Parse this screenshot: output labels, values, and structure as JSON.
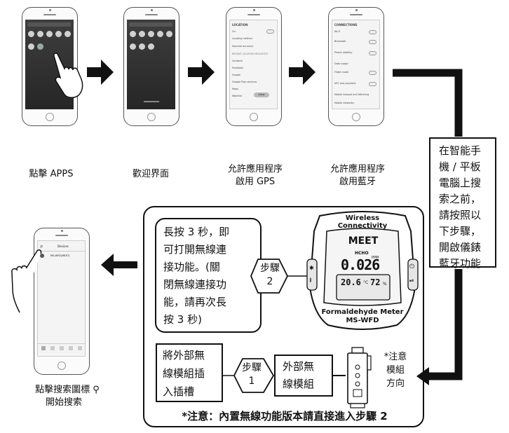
{
  "captions": {
    "click_apps": "點擊 APPS",
    "welcome": "歡迎界面",
    "allow_gps_line1": "允許應用程序",
    "allow_gps_line2": "啟用 GPS",
    "allow_bt_line1": "允許應用程序",
    "allow_bt_line2": "啟用藍牙",
    "search_line1": "點擊搜索圖標",
    "search_line2": "開始搜索"
  },
  "side_note": [
    "在智能手",
    "機 / 平板",
    "電腦上搜",
    "索之前，",
    "請按照以",
    "下步驟，",
    "開啟儀錶",
    "藍牙功能"
  ],
  "long_press_note": [
    "長按 3 秒，即",
    "可打開無線連",
    "接功能。(關",
    "閉無線連接功",
    "能，請再次長",
    "按 3 秒)"
  ],
  "steps": {
    "step2_l1": "步驟",
    "step2_l2": "2",
    "step1_l1": "步驟",
    "step1_l2": "1"
  },
  "insert_note": [
    "將外部無",
    "線模組插",
    "入插槽"
  ],
  "module_label": [
    "外部無",
    "線模組"
  ],
  "attention_note": [
    "*注意",
    "模組",
    "方向"
  ],
  "footer_note": "*注意：內置無線功能版本請直接進入步驟 2",
  "meter": {
    "wireless_l1": "Wireless",
    "wireless_l2": "Connectivity",
    "brand": "MEET",
    "hcho": "HCHO",
    "ppm": "PPM",
    "reading": "0.026",
    "temp": "20.6",
    "temp_unit": "°C",
    "humidity": "72",
    "hum_unit": "%",
    "name": "Formaldehyde Meter",
    "model": "MS-WFD"
  },
  "phone_screens": {
    "location_title": "LOCATION",
    "location_rows": [
      "Locating method",
      "Improve accuracy",
      "RECENT LOCATION REQUESTS",
      "Contacts",
      "Facebook",
      "Google",
      "Google Play services",
      "Maps",
      "Weather",
      "Allow"
    ],
    "connections_title": "CONNECTIONS",
    "connections_rows": [
      "Wi-Fi",
      "Bluetooth",
      "Phone visibility",
      "Data usage",
      "Flight mode",
      "NFC and payment",
      "Mobile hotspot and tethering",
      "Mobile networks"
    ],
    "devices_title": "Devices",
    "device_entry": "MS-WFD(MEET)"
  }
}
